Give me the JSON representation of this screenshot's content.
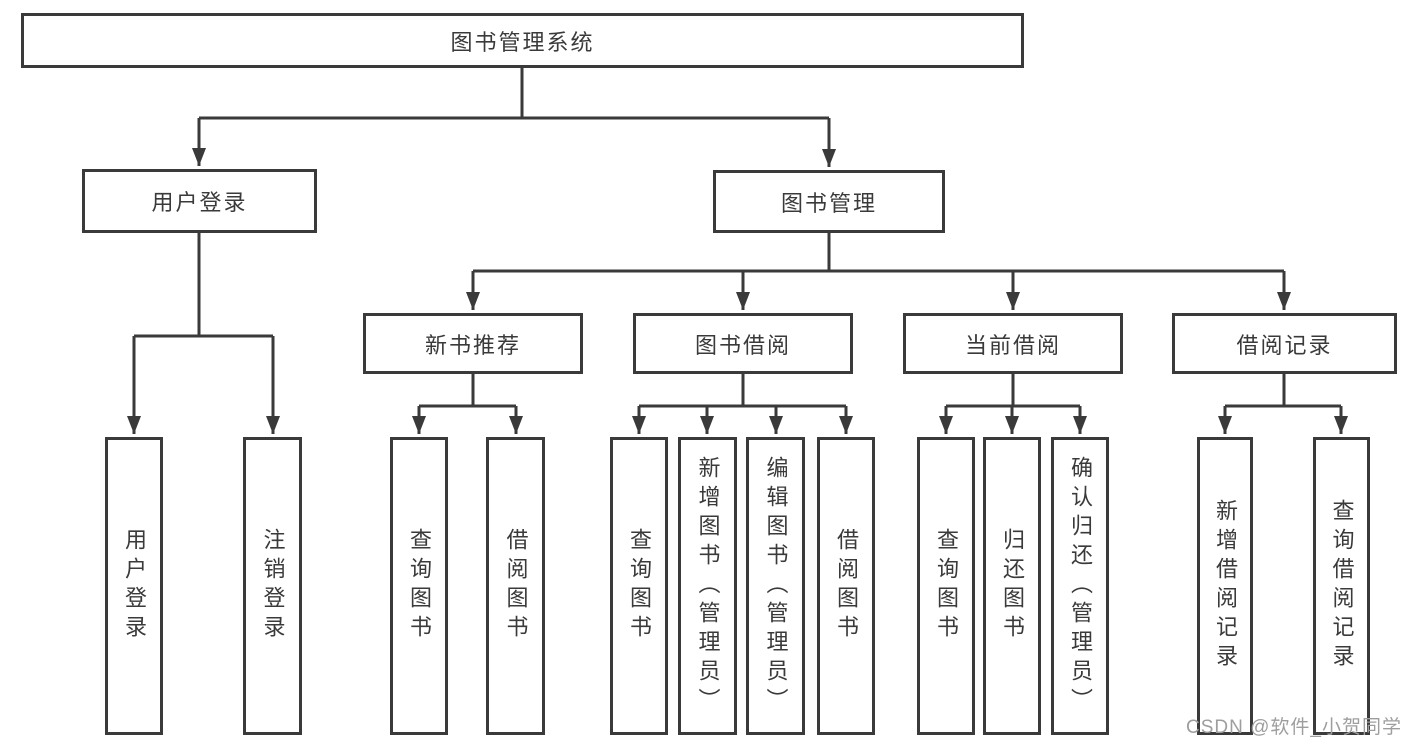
{
  "tree": {
    "label": "图书管理系统",
    "children": [
      {
        "label": "用户登录",
        "children": [
          {
            "label": "用户登录"
          },
          {
            "label": "注销登录"
          }
        ]
      },
      {
        "label": "图书管理",
        "children": [
          {
            "label": "新书推荐",
            "children": [
              {
                "label": "查询图书"
              },
              {
                "label": "借阅图书"
              }
            ]
          },
          {
            "label": "图书借阅",
            "children": [
              {
                "label": "查询图书"
              },
              {
                "label": "新增图书（管理员）"
              },
              {
                "label": "编辑图书（管理员）"
              },
              {
                "label": "借阅图书"
              }
            ]
          },
          {
            "label": "当前借阅",
            "children": [
              {
                "label": "查询图书"
              },
              {
                "label": "归还图书"
              },
              {
                "label": "确认归还（管理员）"
              }
            ]
          },
          {
            "label": "借阅记录",
            "children": [
              {
                "label": "新增借阅记录"
              },
              {
                "label": "查询借阅记录"
              }
            ]
          }
        ]
      }
    ]
  },
  "watermark": "CSDN @软件_小贺同学",
  "colors": {
    "line": "#3a3a3a",
    "text": "#3a3a3a",
    "watermark": "#9e9e9e",
    "background": "#ffffff"
  }
}
